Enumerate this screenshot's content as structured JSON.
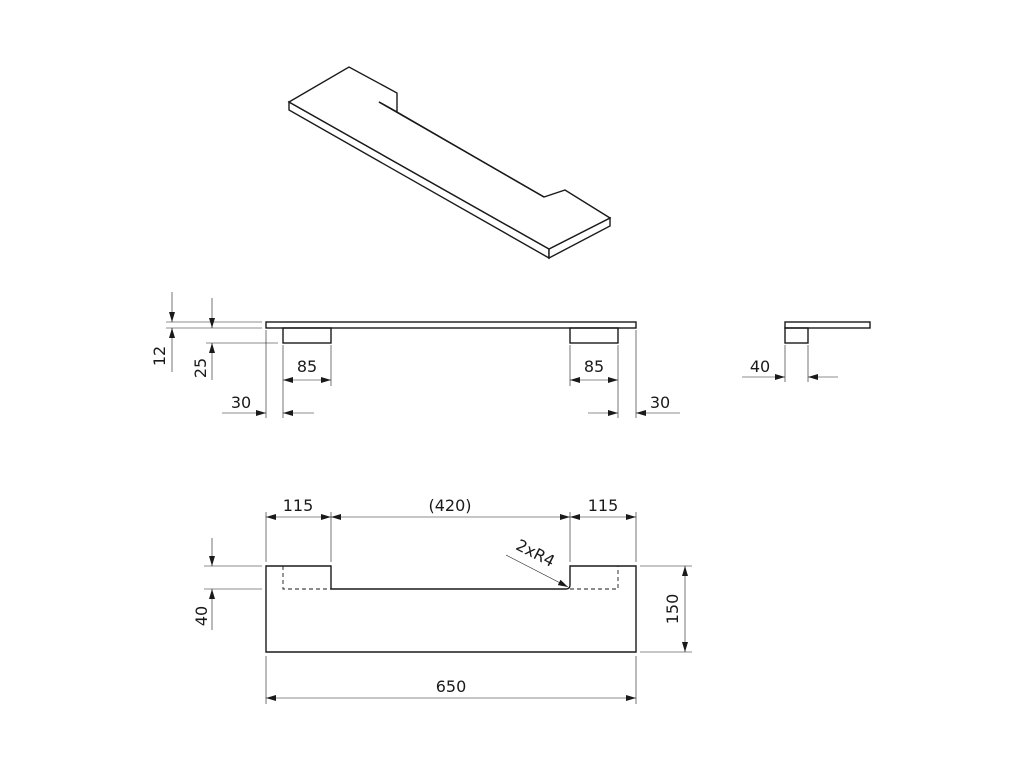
{
  "drawing": {
    "dimensions": {
      "thickness": "12",
      "leg_height": "25",
      "edge_offset_left": "30",
      "edge_offset_right": "30",
      "leg_width_left": "85",
      "leg_width_right": "85",
      "depth": "40",
      "top_tab_left": "115",
      "top_tab_right": "115",
      "top_gap": "(420)",
      "radius": "2xR4",
      "notch_depth": "40",
      "overall_width": "650",
      "overall_height": "150"
    }
  }
}
